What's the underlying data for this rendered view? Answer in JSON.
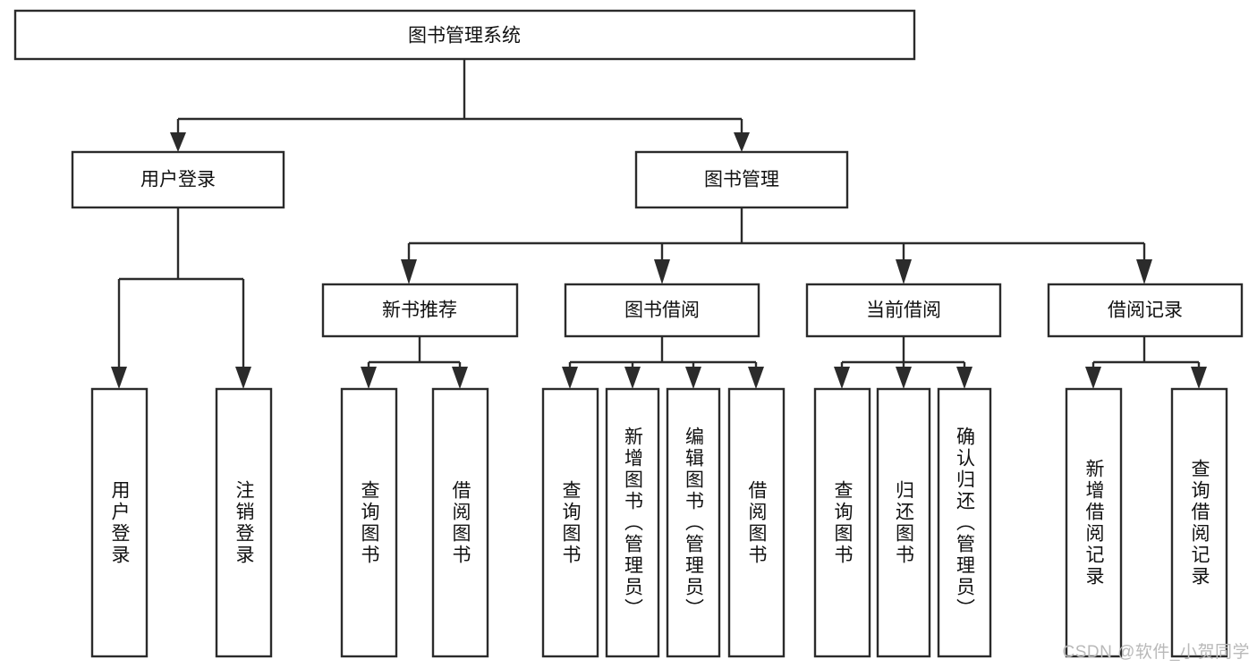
{
  "diagram": {
    "title": "图书管理系统",
    "type": "tree-hierarchy-chart",
    "background_color": "#ffffff",
    "line_color": "#2b2b2b",
    "box_fill": "#ffffff",
    "text_color": "#111111",
    "levels": {
      "root": {
        "label": "图书管理系统"
      },
      "level2": [
        {
          "label": "用户登录"
        },
        {
          "label": "图书管理"
        }
      ],
      "level3": [
        {
          "label": "新书推荐"
        },
        {
          "label": "图书借阅"
        },
        {
          "label": "当前借阅"
        },
        {
          "label": "借阅记录"
        }
      ],
      "leaves": {
        "user_login": [
          {
            "label": "用户登录"
          },
          {
            "label": "注销登录"
          }
        ],
        "new_book_recommend": [
          {
            "label": "查询图书"
          },
          {
            "label": "借阅图书"
          }
        ],
        "book_borrow": [
          {
            "label": "查询图书"
          },
          {
            "label": "新增图书（管理员）"
          },
          {
            "label": "编辑图书（管理员）"
          },
          {
            "label": "借阅图书"
          }
        ],
        "current_borrow": [
          {
            "label": "查询图书"
          },
          {
            "label": "归还图书"
          },
          {
            "label": "确认归还（管理员）"
          }
        ],
        "borrow_record": [
          {
            "label": "新增借阅记录"
          },
          {
            "label": "查询借阅记录"
          }
        ]
      }
    }
  },
  "watermark": {
    "text": "CSDN @软件_小贺同学",
    "color": "#b9b9b9"
  }
}
